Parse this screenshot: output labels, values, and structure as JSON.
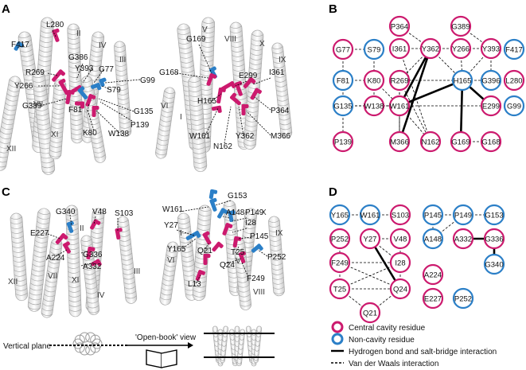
{
  "panels": {
    "a": "A",
    "b": "B",
    "c": "C",
    "d": "D"
  },
  "colors": {
    "central": "#cc1a6e",
    "noncavity": "#2b7fc7",
    "helix": "#bdbdbd"
  },
  "panel_a": {
    "left_residues": [
      "L280",
      "F417",
      "R269",
      "G386",
      "Y393",
      "Y266",
      "G389",
      "F81",
      "K80",
      "W138",
      "P139",
      "G135",
      "G77",
      "S79",
      "G99"
    ],
    "left_helices": [
      "II",
      "IV",
      "III",
      "VII",
      "XII",
      "XI"
    ],
    "right_residues": [
      "G169",
      "G168",
      "E299",
      "I361",
      "H165",
      "P364",
      "W161",
      "N162",
      "Y362",
      "M366"
    ],
    "right_helices": [
      "V",
      "VIII",
      "X",
      "IX",
      "VI",
      "I"
    ]
  },
  "panel_c": {
    "left_residues": [
      "G340",
      "V48",
      "S103",
      "E227",
      "G336",
      "A224",
      "A332"
    ],
    "left_helices": [
      "II",
      "VII",
      "XI",
      "XII",
      "III",
      "IV"
    ],
    "right_residues": [
      "G153",
      "W161",
      "A148",
      "P149",
      "I28",
      "Y27",
      "P145",
      "Y165",
      "Q21",
      "T25",
      "P252",
      "Q24",
      "F249",
      "L13"
    ],
    "right_helices": [
      "X",
      "IX",
      "VI",
      "VIII",
      "V",
      "I"
    ]
  },
  "network_b": {
    "nodes": [
      {
        "id": "P364",
        "type": "central"
      },
      {
        "id": "G389",
        "type": "central"
      },
      {
        "id": "G77",
        "type": "central"
      },
      {
        "id": "S79",
        "type": "noncavity"
      },
      {
        "id": "I361",
        "type": "central"
      },
      {
        "id": "Y362",
        "type": "central"
      },
      {
        "id": "Y266",
        "type": "central"
      },
      {
        "id": "Y393",
        "type": "central"
      },
      {
        "id": "F417",
        "type": "noncavity"
      },
      {
        "id": "F81",
        "type": "noncavity"
      },
      {
        "id": "K80",
        "type": "central"
      },
      {
        "id": "R269",
        "type": "central"
      },
      {
        "id": "H165",
        "type": "noncavity"
      },
      {
        "id": "G396",
        "type": "noncavity"
      },
      {
        "id": "L280",
        "type": "central"
      },
      {
        "id": "G135",
        "type": "noncavity"
      },
      {
        "id": "W138",
        "type": "central"
      },
      {
        "id": "W161",
        "type": "central"
      },
      {
        "id": "E299",
        "type": "central"
      },
      {
        "id": "G99",
        "type": "noncavity"
      },
      {
        "id": "P139",
        "type": "central"
      },
      {
        "id": "M366",
        "type": "central"
      },
      {
        "id": "N162",
        "type": "central"
      },
      {
        "id": "G169",
        "type": "central"
      },
      {
        "id": "G168",
        "type": "central"
      }
    ],
    "hbond": [
      [
        "Y362",
        "W161"
      ],
      [
        "Y362",
        "M366"
      ],
      [
        "H165",
        "W161"
      ],
      [
        "H165",
        "G169"
      ],
      [
        "H165",
        "E299"
      ]
    ],
    "vdw": [
      [
        "G77",
        "S79"
      ],
      [
        "G77",
        "F81"
      ],
      [
        "S79",
        "K80"
      ],
      [
        "F81",
        "K80"
      ],
      [
        "F81",
        "G135"
      ],
      [
        "K80",
        "W138"
      ],
      [
        "G135",
        "W138"
      ],
      [
        "G135",
        "P139"
      ],
      [
        "W138",
        "W161"
      ],
      [
        "G135",
        "W161"
      ],
      [
        "I361",
        "Y362"
      ],
      [
        "Y362",
        "Y266"
      ],
      [
        "Y266",
        "Y393"
      ],
      [
        "G389",
        "Y393"
      ],
      [
        "P364",
        "I361"
      ],
      [
        "P364",
        "Y362"
      ],
      [
        "Y362",
        "R269"
      ],
      [
        "R269",
        "H165"
      ],
      [
        "Y362",
        "H165"
      ],
      [
        "Y266",
        "H165"
      ],
      [
        "Y393",
        "H165"
      ],
      [
        "Y393",
        "G396"
      ],
      [
        "H165",
        "G396"
      ],
      [
        "R269",
        "W161"
      ],
      [
        "W161",
        "E299"
      ],
      [
        "I361",
        "N162"
      ],
      [
        "R269",
        "N162"
      ],
      [
        "W161",
        "N162"
      ],
      [
        "W161",
        "M366"
      ],
      [
        "G169",
        "G168"
      ],
      [
        "R269",
        "M366"
      ],
      [
        "K80",
        "W161"
      ]
    ]
  },
  "network_d": {
    "nodes": [
      {
        "id": "Y165",
        "type": "noncavity"
      },
      {
        "id": "W161",
        "type": "noncavity"
      },
      {
        "id": "S103",
        "type": "central"
      },
      {
        "id": "P145",
        "type": "noncavity"
      },
      {
        "id": "P149",
        "type": "noncavity"
      },
      {
        "id": "G153",
        "type": "noncavity"
      },
      {
        "id": "P252",
        "type": "central"
      },
      {
        "id": "Y27",
        "type": "central"
      },
      {
        "id": "V48",
        "type": "central"
      },
      {
        "id": "A148",
        "type": "noncavity"
      },
      {
        "id": "A332",
        "type": "central"
      },
      {
        "id": "G336",
        "type": "central"
      },
      {
        "id": "F249",
        "type": "central"
      },
      {
        "id": "I28",
        "type": "central"
      },
      {
        "id": "G340",
        "type": "noncavity"
      },
      {
        "id": "A224",
        "type": "central"
      },
      {
        "id": "T25",
        "type": "central"
      },
      {
        "id": "Q24",
        "type": "central"
      },
      {
        "id": "E227",
        "type": "central"
      },
      {
        "id": "P252b",
        "label": "P252",
        "type": "noncavity"
      },
      {
        "id": "Q21",
        "type": "central"
      }
    ],
    "hbond": [
      [
        "Y27",
        "Q24"
      ],
      [
        "A332",
        "G336"
      ],
      [
        "G336",
        "G340"
      ]
    ],
    "vdw": [
      [
        "Y165",
        "W161"
      ],
      [
        "W161",
        "S103"
      ],
      [
        "P252",
        "F249"
      ],
      [
        "Y27",
        "V48"
      ],
      [
        "Y27",
        "I28"
      ],
      [
        "V48",
        "I28"
      ],
      [
        "F249",
        "I28"
      ],
      [
        "F249",
        "T25"
      ],
      [
        "F249",
        "Q24"
      ],
      [
        "I28",
        "Q24"
      ],
      [
        "T25",
        "Q24"
      ],
      [
        "T25",
        "I28"
      ],
      [
        "T25",
        "Q21"
      ],
      [
        "Q24",
        "Q21"
      ],
      [
        "P145",
        "P149"
      ],
      [
        "P149",
        "G153"
      ],
      [
        "P145",
        "A148"
      ],
      [
        "P149",
        "A148"
      ]
    ]
  },
  "legend": {
    "central": "Central cavity residue",
    "noncavity": "Non-cavity residue",
    "hbond": "Hydrogen bond and salt-bridge interaction",
    "vdw": "Van der Waals interaction"
  },
  "caption": {
    "plane": "Vertical plane",
    "view": "'Open-book' view"
  }
}
